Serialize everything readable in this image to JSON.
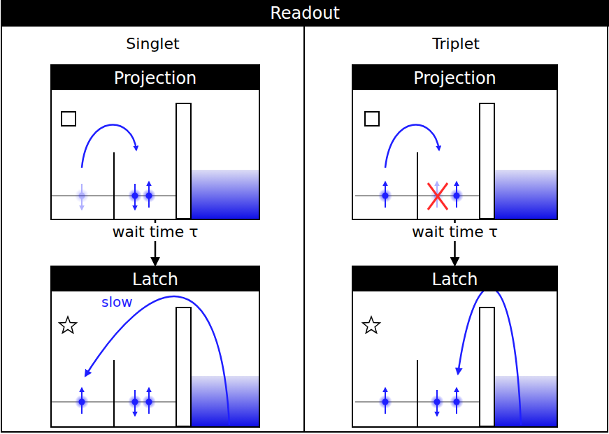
{
  "diagram": {
    "title": "Readout",
    "nodes": [
      {
        "text": [
          "Singlet"
        ]
      },
      {
        "text": [
          "Projection"
        ],
        "in": 0
      },
      {
        "text": [
          "Latch",
          "slow"
        ],
        "in": 0
      },
      {
        "text": [
          "Triplet"
        ]
      },
      {
        "text": [
          "Projection"
        ],
        "in": 3
      },
      {
        "text": [
          "Latch"
        ],
        "in": 3
      }
    ],
    "edges": [
      {
        "from": 1,
        "to": 2,
        "arrow": "to",
        "label": "wait time τ"
      },
      {
        "from": 4,
        "to": 5,
        "arrow": "to",
        "label": "wait time τ"
      }
    ]
  }
}
